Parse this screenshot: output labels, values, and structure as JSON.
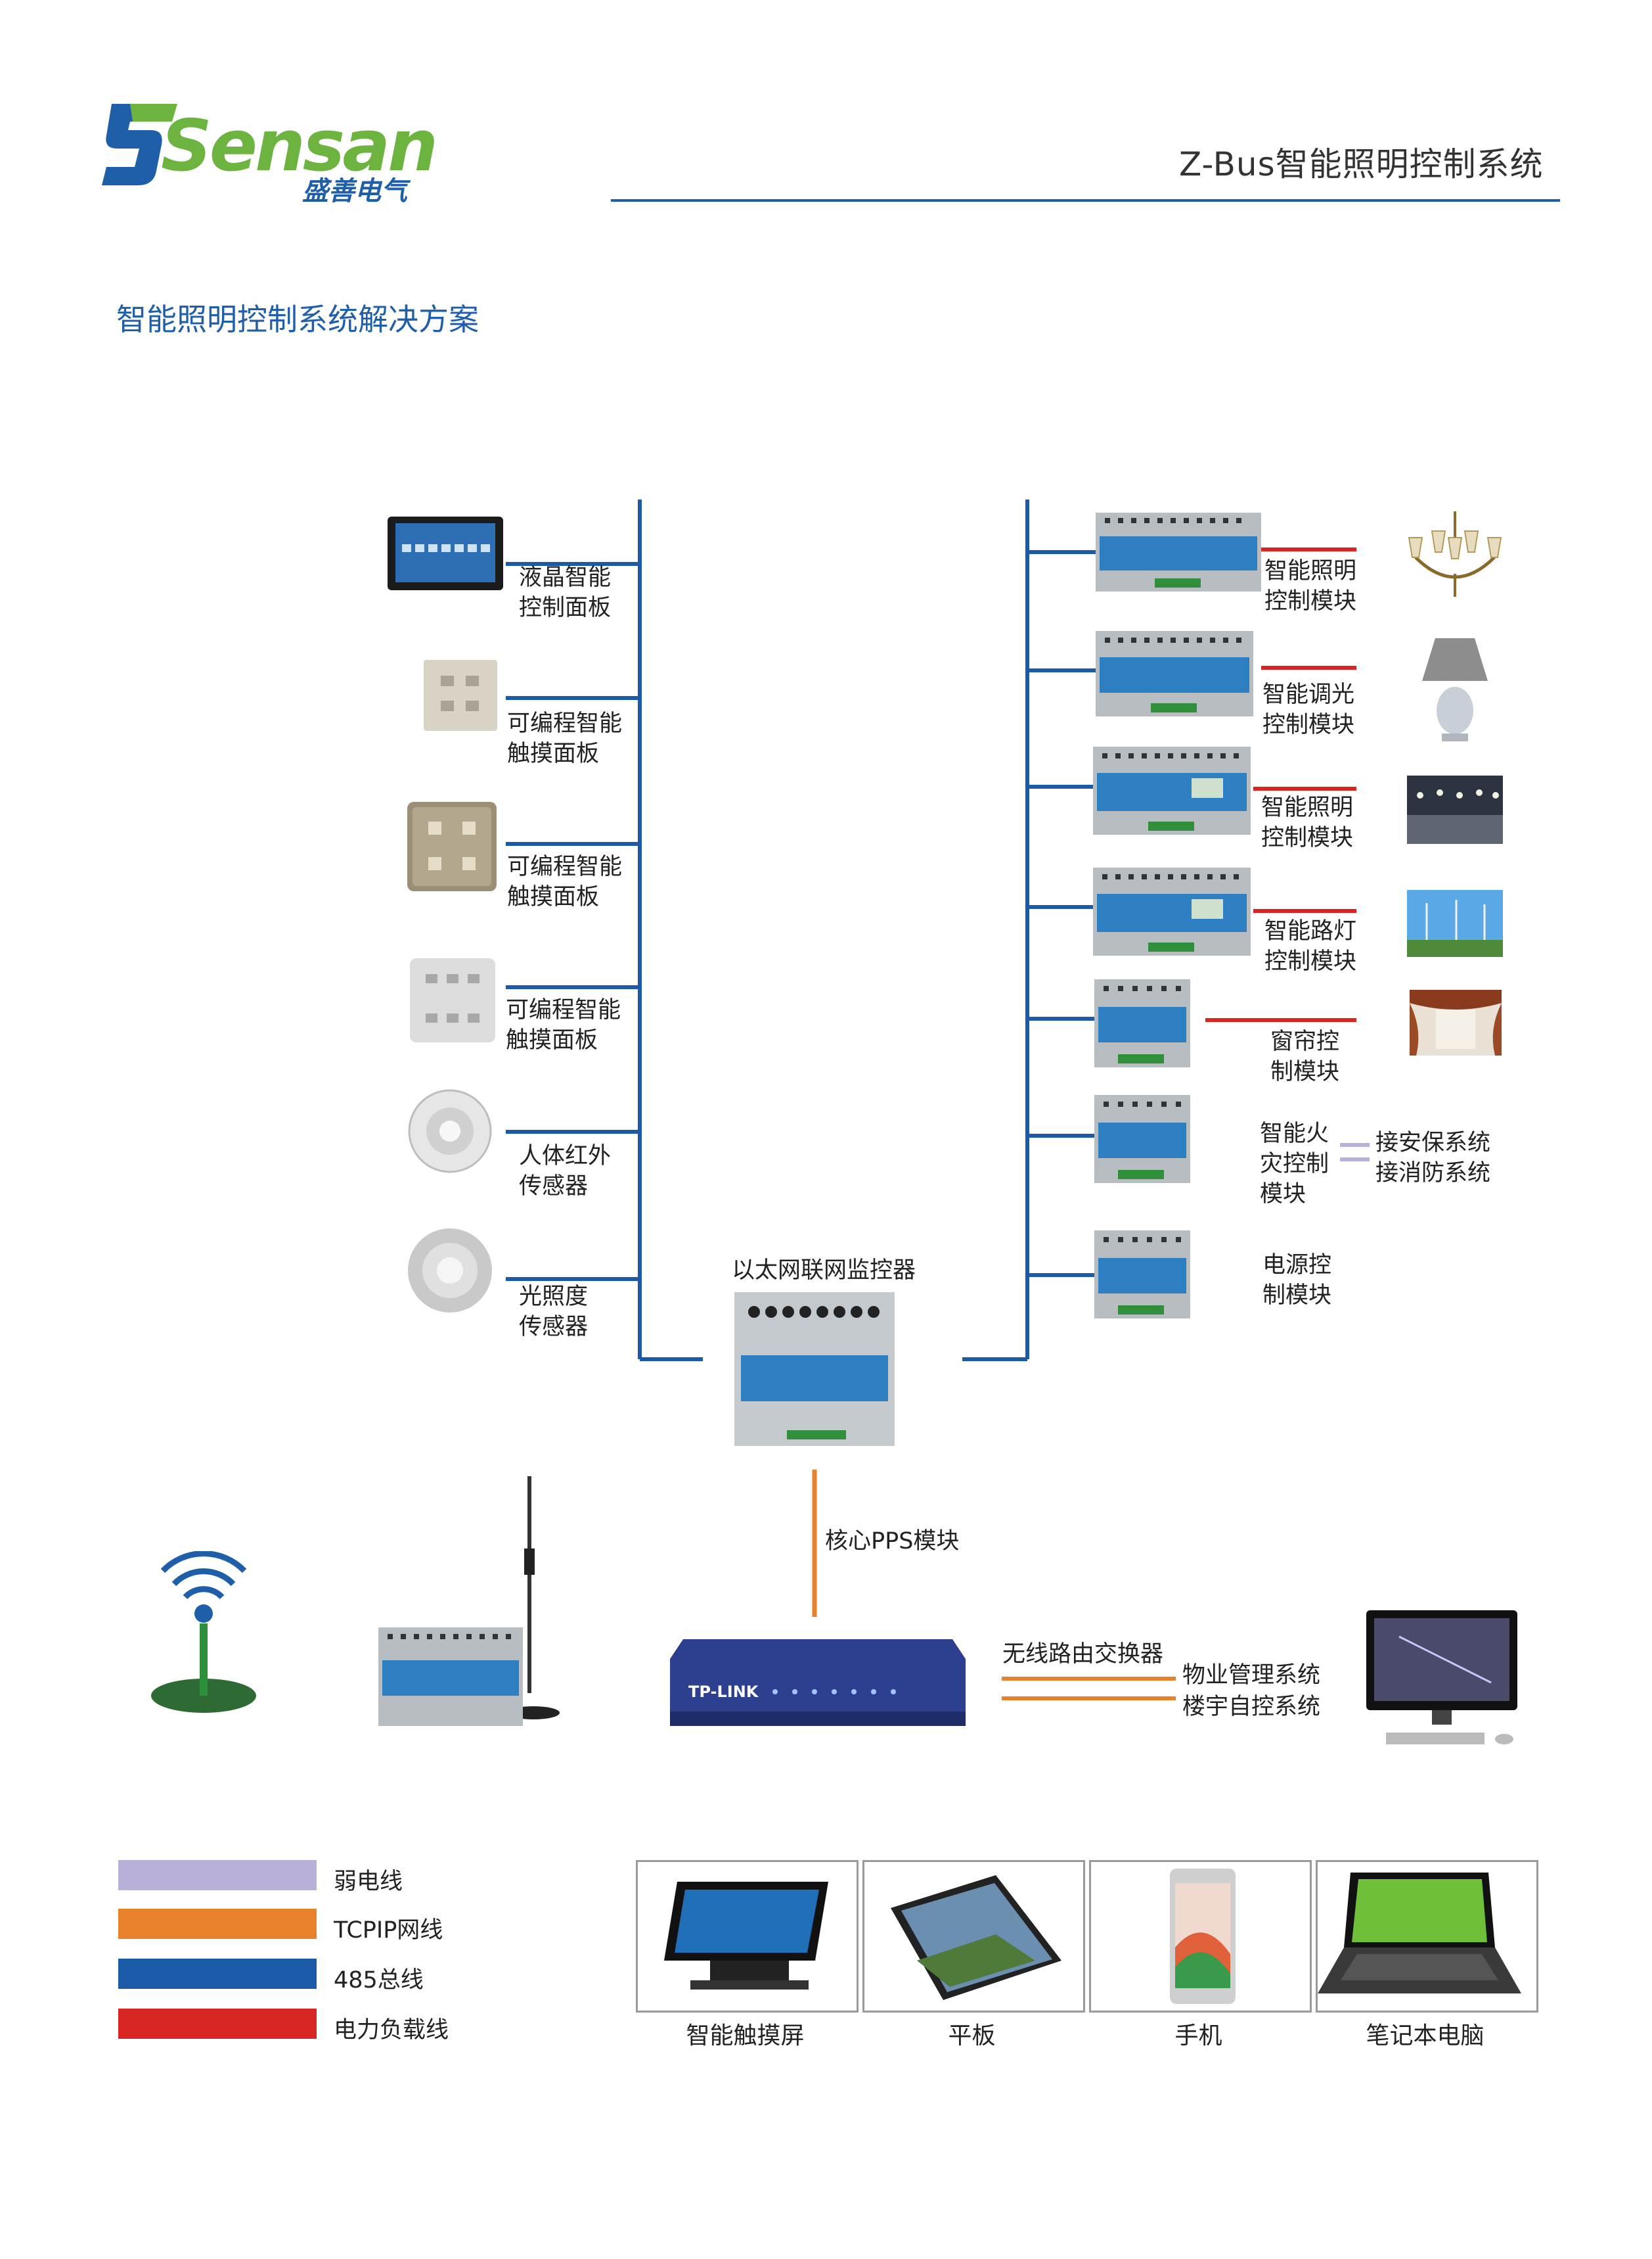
{
  "header": {
    "logo_text": "Sensan",
    "logo_sub": "盛善电气",
    "title": "Z-Bus智能照明控制系统"
  },
  "section_title": "智能照明控制系统解决方案",
  "colors": {
    "brand_green": "#6db33f",
    "brand_blue": "#1f5ea8",
    "bus485": "#1a5aa6",
    "tcpip": "#e8822a",
    "weak": "#b8b0d8",
    "power": "#d92424"
  },
  "left_devices": [
    {
      "label": "液晶智能\n控制面板",
      "icon": "lcd-panel-icon"
    },
    {
      "label": "可编程智能\n触摸面板",
      "icon": "touch-panel-icon"
    },
    {
      "label": "可编程智能\n触摸面板",
      "icon": "touch-panel-icon"
    },
    {
      "label": "可编程智能\n触摸面板",
      "icon": "touch-panel-icon"
    },
    {
      "label": "人体红外\n传感器",
      "icon": "pir-sensor-icon"
    },
    {
      "label": "光照度\n传感器",
      "icon": "light-sensor-icon"
    }
  ],
  "right_modules": [
    {
      "label": "智能照明\n控制模块",
      "load": "chandelier-icon"
    },
    {
      "label": "智能调光\n控制模块",
      "load": "table-lamp-icon"
    },
    {
      "label": "智能照明\n控制模块",
      "load": "mall-lighting-icon"
    },
    {
      "label": "智能路灯\n控制模块",
      "load": "street-light-icon"
    },
    {
      "label": "窗帘控\n制模块",
      "load": "curtain-icon"
    },
    {
      "label": "智能火\n灾控制\n模块",
      "link1": "接安保系统",
      "link2": "接消防系统"
    },
    {
      "label": "电源控\n制模块"
    }
  ],
  "center": {
    "monitor_label": "以太网联网监控器",
    "pps_label": "核心PPS模块",
    "router_brand": "TP-LINK",
    "router_link_label": "无线路由交换器",
    "mgmt1": "物业管理系统",
    "mgmt2": "楼宇自控系统"
  },
  "legend": [
    {
      "label": "弱电线",
      "color": "#b8b0d8"
    },
    {
      "label": "TCPIP网线",
      "color": "#e8822a"
    },
    {
      "label": "485总线",
      "color": "#1a5aa6"
    },
    {
      "label": "电力负载线",
      "color": "#d92424"
    }
  ],
  "terminals": [
    {
      "label": "智能触摸屏",
      "icon": "touchscreen-icon"
    },
    {
      "label": "平板",
      "icon": "tablet-icon"
    },
    {
      "label": "手机",
      "icon": "phone-icon"
    },
    {
      "label": "笔记本电脑",
      "icon": "laptop-icon"
    }
  ]
}
